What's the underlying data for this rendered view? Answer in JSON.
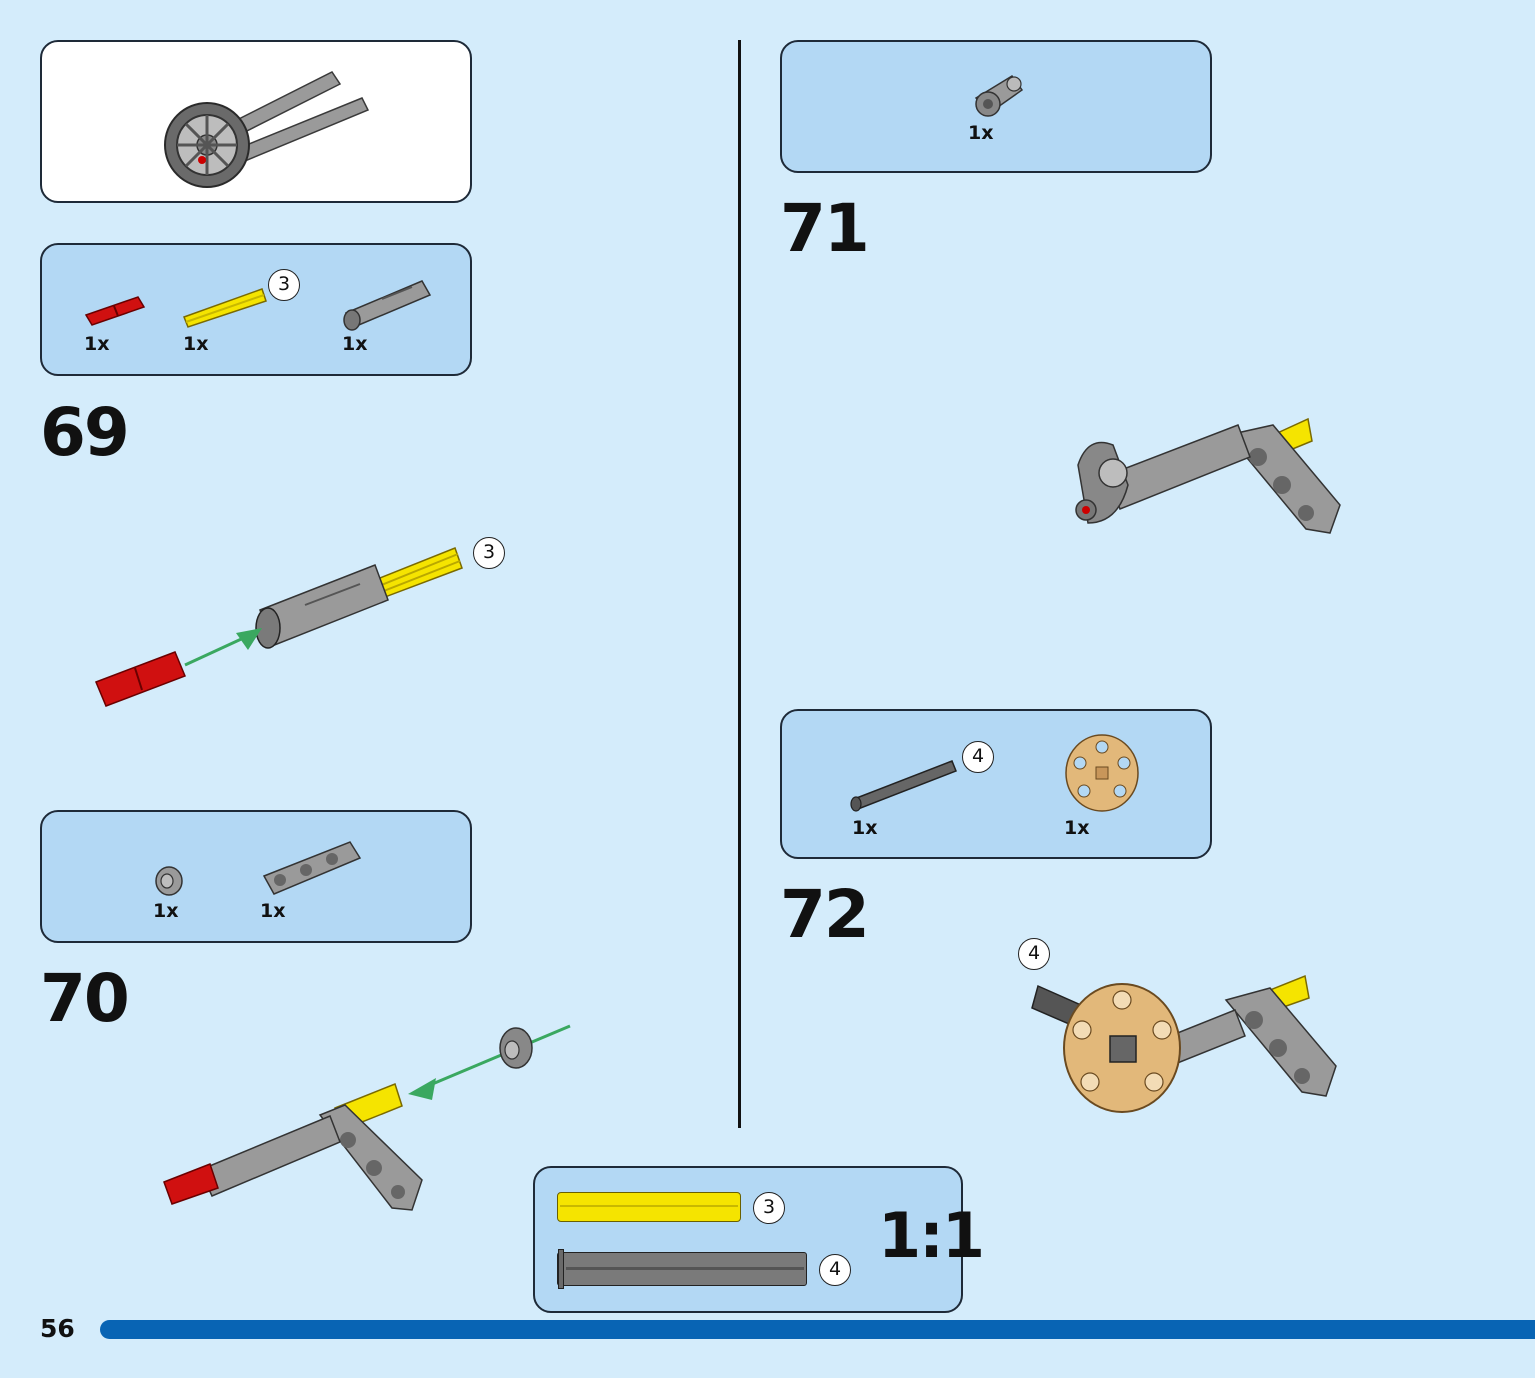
{
  "page": {
    "number": "56"
  },
  "preview": {
    "icon": "wheel-assembly-icon"
  },
  "steps": [
    {
      "number": "69",
      "parts": [
        {
          "count": "1x",
          "icon": "red-axle-connector-icon"
        },
        {
          "count": "1x",
          "icon": "yellow-axle-3-icon",
          "length": "3"
        },
        {
          "count": "1x",
          "icon": "gray-axle-connector-icon"
        }
      ],
      "callout": "3"
    },
    {
      "number": "70",
      "parts": [
        {
          "count": "1x",
          "icon": "bush-icon"
        },
        {
          "count": "1x",
          "icon": "beam-icon"
        }
      ]
    },
    {
      "number": "71",
      "parts": [
        {
          "count": "1x",
          "icon": "axle-pin-connector-icon"
        }
      ]
    },
    {
      "number": "72",
      "parts": [
        {
          "count": "1x",
          "icon": "dark-axle-4-icon",
          "length": "4"
        },
        {
          "count": "1x",
          "icon": "tan-wheel-icon"
        }
      ],
      "callout": "4"
    }
  ],
  "scale_check": {
    "items": [
      {
        "length": "3",
        "color": "#f5e400"
      },
      {
        "length": "4",
        "color": "#7a7a7a"
      }
    ],
    "ratio": "1:1"
  },
  "colors": {
    "background": "#d4ecfb",
    "panel": "#b3d8f4",
    "bar": "#0864b4",
    "arrow": "#3aa860"
  }
}
